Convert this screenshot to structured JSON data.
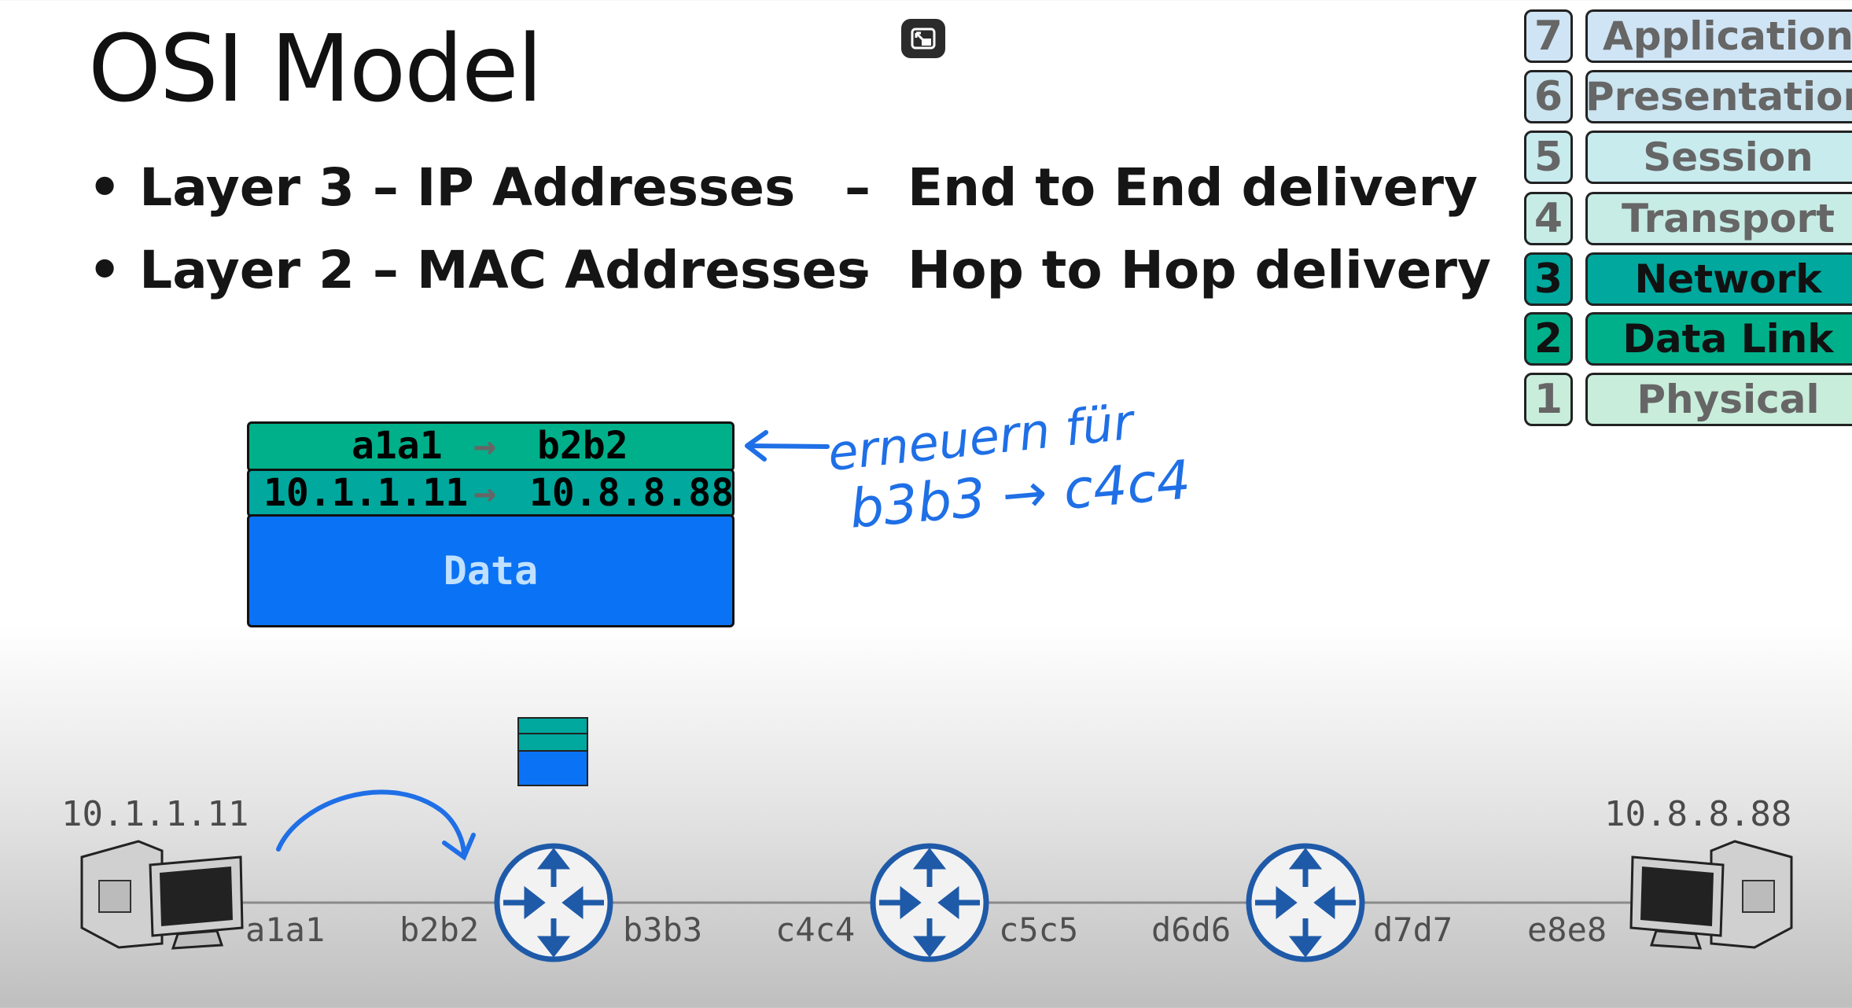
{
  "slide": {
    "title": "OSI Model",
    "bullets": [
      {
        "layer": "• Layer 3 – IP Addresses",
        "dash": "–",
        "delivery": "End to End delivery"
      },
      {
        "layer": "• Layer 2 – MAC Addresses",
        "dash": "–",
        "delivery": "Hop to Hop delivery"
      }
    ]
  },
  "osi_layers": [
    {
      "num": "7",
      "name": "Application",
      "fill": "#cfe4f5",
      "active": false
    },
    {
      "num": "6",
      "name": "Presentation",
      "fill": "#cbe5f1",
      "active": false
    },
    {
      "num": "5",
      "name": "Session",
      "fill": "#c8ebee",
      "active": false
    },
    {
      "num": "4",
      "name": "Transport",
      "fill": "#c7ece5",
      "active": false
    },
    {
      "num": "3",
      "name": "Network",
      "fill": "#00a89e",
      "active": true
    },
    {
      "num": "2",
      "name": "Data Link",
      "fill": "#00b08a",
      "active": true
    },
    {
      "num": "1",
      "name": "Physical",
      "fill": "#c9eddb",
      "active": false
    }
  ],
  "packet": {
    "mac_src": "a1a1",
    "mac_dst": "b2b2",
    "ip_src": "10.1.1.11",
    "ip_dst": "10.8.8.88",
    "arrow": "→",
    "payload": "Data",
    "colors": {
      "mac": "#00b08a",
      "ip": "#00a89e",
      "data": "#0a72f5"
    }
  },
  "annotation": {
    "line1": "erneuern für",
    "line2": "b3b3 → c4c4",
    "color": "#1f6fe6"
  },
  "network": {
    "src_ip": "10.1.1.11",
    "dst_ip": "10.8.8.88",
    "macs": [
      "a1a1",
      "b2b2",
      "b3b3",
      "c4c4",
      "c5c5",
      "d6d6",
      "d7d7",
      "e8e8"
    ],
    "router_color": "#1f5aa8"
  }
}
